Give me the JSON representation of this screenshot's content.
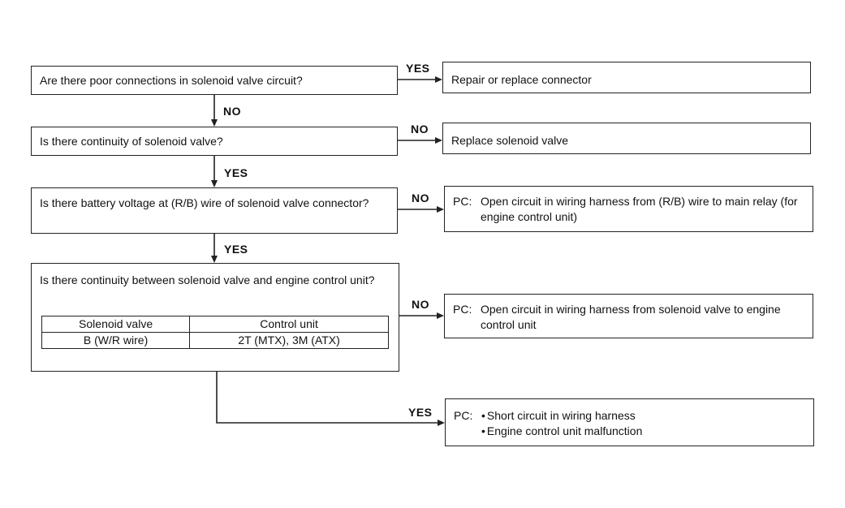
{
  "questions": {
    "q1": "Are there poor connections in solenoid valve circuit?",
    "q2": "Is there continuity of solenoid valve?",
    "q3": "Is there battery voltage at (R/B) wire of solenoid valve connector?",
    "q4": "Is there continuity between solenoid valve and engine control unit?"
  },
  "table": {
    "headers": [
      "Solenoid valve",
      "Control unit"
    ],
    "row": [
      "B (W/R wire)",
      "2T (MTX), 3M (ATX)"
    ]
  },
  "results": {
    "r1": "Repair or replace connector",
    "r2": "Replace solenoid valve",
    "r3": {
      "prefix": "PC:",
      "text": "Open circuit in wiring harness from (R/B) wire to main relay (for engine control unit)"
    },
    "r4": {
      "prefix": "PC:",
      "text": "Open circuit in wiring harness from solenoid valve to engine control unit"
    },
    "r5": {
      "prefix": "PC:",
      "items": [
        "Short circuit in wiring harness",
        "Engine control unit malfunction"
      ]
    }
  },
  "labels": {
    "q1_right": "YES",
    "q1_down": "NO",
    "q2_right": "NO",
    "q2_down": "YES",
    "q3_right": "NO",
    "q3_down": "YES",
    "q4_right": "NO",
    "q4_down": "YES"
  }
}
